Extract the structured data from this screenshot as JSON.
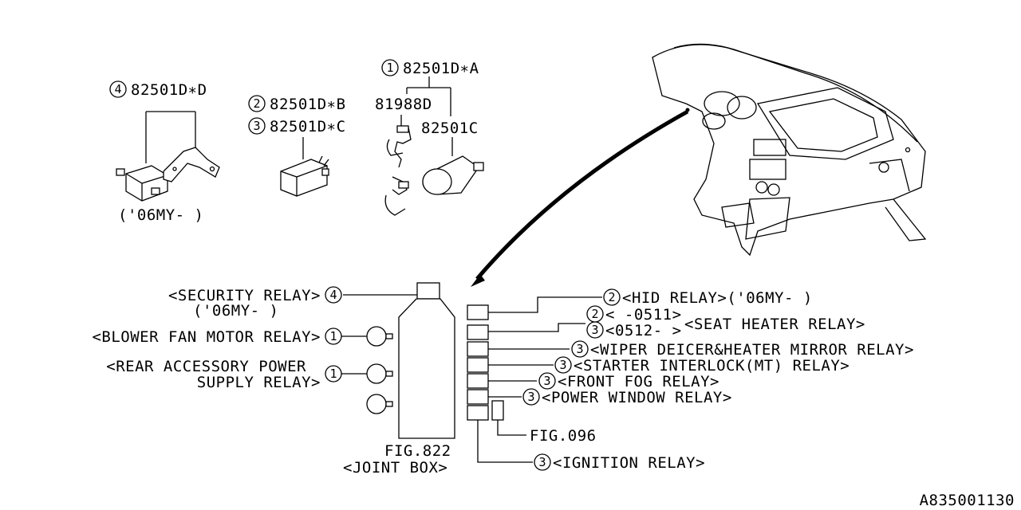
{
  "parts": {
    "p1": {
      "ref": "1",
      "code": "82501D∗A"
    },
    "p2": {
      "ref": "2",
      "code": "82501D∗B"
    },
    "p3": {
      "ref": "3",
      "code": "82501D∗C"
    },
    "p4": {
      "ref": "4",
      "code": "82501D∗D"
    },
    "sub1": "81988D",
    "sub2": "82501C",
    "p4_note": "('06MY-  )"
  },
  "callouts": {
    "security": {
      "ref": "4",
      "text": "<SECURITY RELAY>",
      "note": "('06MY-  )"
    },
    "blower": {
      "ref": "1",
      "text": "<BLOWER FAN MOTOR RELAY>"
    },
    "rear_acc_1": "<REAR ACCESSORY POWER",
    "rear_acc_2": "SUPPLY RELAY>",
    "rear_acc_ref": "1",
    "hid": {
      "ref": "2",
      "text": "<HID RELAY>('06MY-  )"
    },
    "seat_a": {
      "ref": "2",
      "text": "<  -0511>"
    },
    "seat_b": {
      "ref": "3",
      "text": "<0512-  >"
    },
    "seat_name": "<SEAT HEATER RELAY>",
    "wiper": {
      "ref": "3",
      "text": "<WIPER DEICER&HEATER MIRROR RELAY>"
    },
    "starter": {
      "ref": "3",
      "text": "<STARTER INTERLOCK(MT) RELAY>"
    },
    "fog": {
      "ref": "3",
      "text": "<FRONT FOG RELAY>"
    },
    "power_window": {
      "ref": "3",
      "text": "<POWER WINDOW RELAY>"
    },
    "fig096": "FIG.096",
    "ignition": {
      "ref": "3",
      "text": "<IGNITION RELAY>"
    }
  },
  "joint_box": {
    "fig": "FIG.822",
    "name": "<JOINT BOX>"
  },
  "diagram_id": "A835001130"
}
